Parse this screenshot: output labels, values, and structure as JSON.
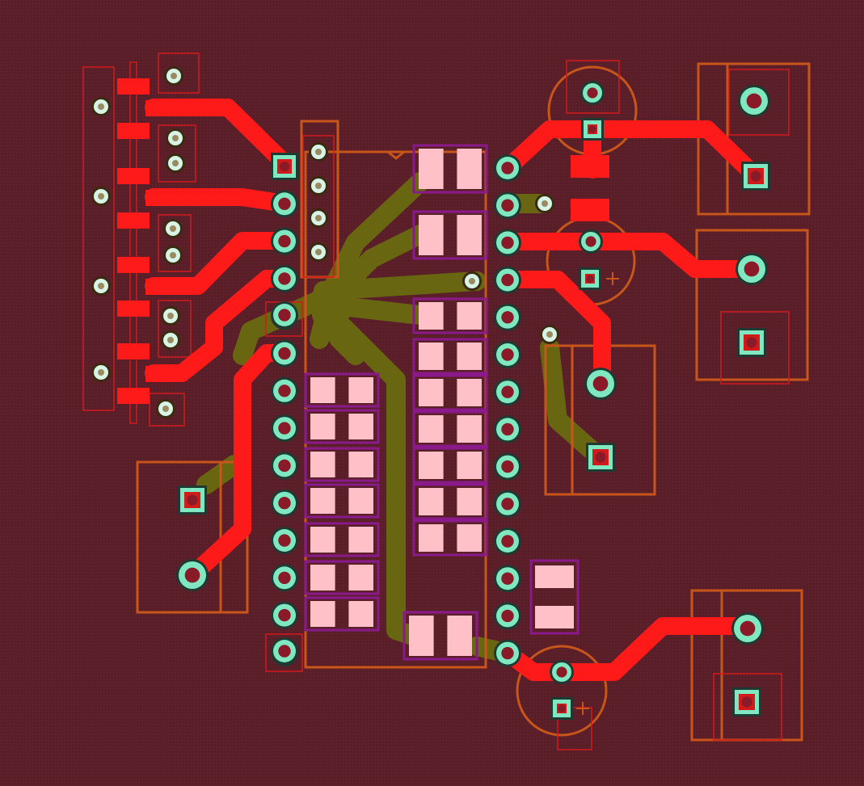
{
  "view": {
    "type": "pcb-layout-editor",
    "description_visible_text": []
  },
  "colors": {
    "board_background": "#5a1e28",
    "board_grid": "#6a2a34",
    "top_copper": "#ff1a1a",
    "bottom_copper": "#6a6a10",
    "silkscreen": "#c8551a",
    "silk_thin": "#d21a1a",
    "pad_ring": "#7fe8c0",
    "pad_hole": "#d8f4e6",
    "smd_pad": "#ffc0c8",
    "smd_outline": "#8a1a8a"
  },
  "components": {
    "main_ic": "dip-28-socket",
    "smd_arrays": "0805-pairs",
    "connectors": [
      "screw-terminal-1",
      "screw-terminal-2",
      "screw-terminal-3",
      "screw-terminal-4",
      "screw-terminal-5",
      "header-left"
    ],
    "electrolytics": [
      "cap-top",
      "cap-mid",
      "cap-bottom"
    ]
  }
}
